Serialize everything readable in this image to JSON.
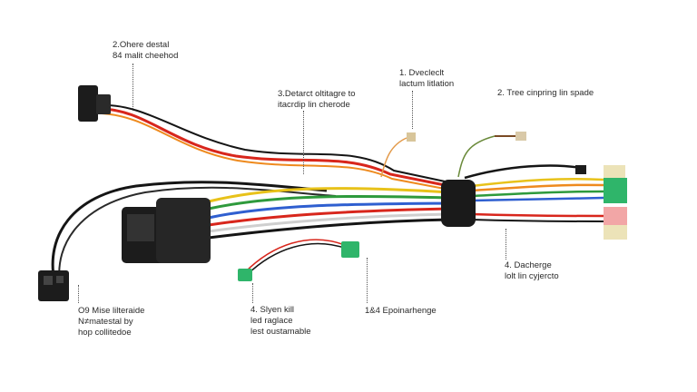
{
  "callouts": [
    {
      "id": "c1",
      "lines": [
        "2.Ohere destal",
        "84 malit cheehod"
      ]
    },
    {
      "id": "c2",
      "lines": [
        "3.Detarct oltitagre to",
        "itacrdip lin cherode"
      ]
    },
    {
      "id": "c3",
      "lines": [
        "1. Dvecleclt",
        "lactum litlation"
      ]
    },
    {
      "id": "c4",
      "lines": [
        "2. Tree cinpring lin spade"
      ]
    },
    {
      "id": "c5",
      "lines": [
        "4. Dacherge",
        "lolt lin cyjercto"
      ]
    },
    {
      "id": "c6",
      "lines": [
        "1&4 Epoinarhenge"
      ]
    },
    {
      "id": "c7",
      "lines": [
        "4. Slyen kill",
        "led raglace",
        "lest oustamable"
      ]
    },
    {
      "id": "c8",
      "lines": [
        "O9 Mise lilteraide",
        "N≠matestal by",
        "hop collitedoe"
      ]
    }
  ],
  "wire_colors": {
    "red": "#d8261c",
    "black": "#151515",
    "yellow": "#e8c21a",
    "orange": "#ee8a1e",
    "green": "#2e9a3c",
    "blue": "#2f5fd0",
    "white": "#e9e9e9",
    "brown": "#7a4a24"
  },
  "connector_colors": {
    "body": "#1c1c1c",
    "green_terminal": "#2fb56a",
    "pink_terminal": "#f2a6a6",
    "cream_terminal": "#ece3b8"
  }
}
